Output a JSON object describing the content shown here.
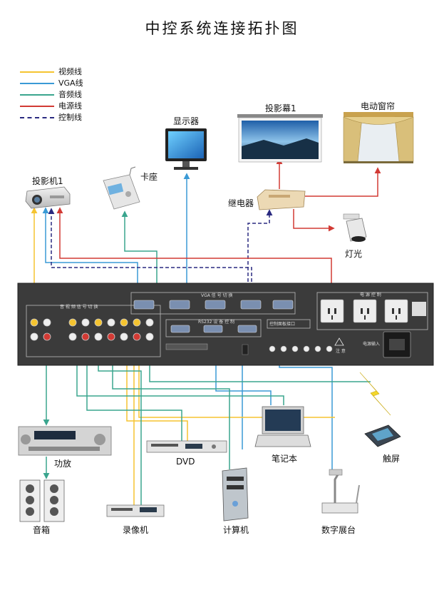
{
  "title": "中控系统连接拓扑图",
  "colors": {
    "video": "#f5c430",
    "vga": "#3a9ad6",
    "audio": "#3aa58e",
    "power": "#d23a34",
    "control": "#2a2a80"
  },
  "legend": [
    {
      "label": "视频线",
      "color": "#f5c430",
      "style": "solid"
    },
    {
      "label": "VGA线",
      "color": "#3a9ad6",
      "style": "solid"
    },
    {
      "label": "音频线",
      "color": "#3aa58e",
      "style": "solid"
    },
    {
      "label": "电源线",
      "color": "#d23a34",
      "style": "solid"
    },
    {
      "label": "控制线",
      "color": "#2a2a80",
      "style": "dashed"
    }
  ],
  "devices": {
    "projector": "投影机1",
    "card_reader": "卡座",
    "monitor": "显示器",
    "screen": "投影幕1",
    "curtain": "电动窗帘",
    "relay": "继电器",
    "light": "灯光",
    "amplifier": "功放",
    "dvd": "DVD",
    "laptop": "笔记本",
    "touch_screen": "触屏",
    "speakers": "音箱",
    "vcr": "录像机",
    "computer": "计算机",
    "visualizer": "数字展台"
  },
  "panel": {
    "vga_section": "VGA 信 号 切 换",
    "av_section": "音 视 频 信 号 切 换",
    "power_section": "电 源 控 制",
    "rs232": "RS232 设 备 控 制",
    "control_port": "控制面板接口",
    "warning": "注 意",
    "power_input": "电源输入"
  }
}
